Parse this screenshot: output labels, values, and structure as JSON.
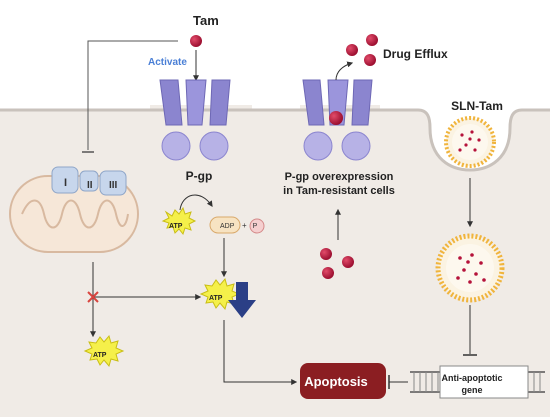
{
  "labels": {
    "tam": "Tam",
    "activate": "Activate",
    "drug_efflux": "Drug Efflux",
    "sln_tam": "SLN-Tam",
    "pgp": "P-gp",
    "overexpression_line1": "P-gp overexpression",
    "overexpression_line2": "in Tam-resistant cells",
    "adp": "ADP",
    "plus": "+",
    "phosphate": "P",
    "atp": "ATP",
    "complex_1": "I",
    "complex_2": "II",
    "complex_3": "III",
    "apoptosis": "Apoptosis",
    "anti_apoptotic_line1": "Anti-apoptotic",
    "anti_apoptotic_line2": "gene"
  },
  "colors": {
    "background_cell": "#f0ebe6",
    "membrane": "#c9c2bc",
    "drug": "#b5123a",
    "pgp_body": "#8b85cf",
    "pgp_light": "#b7b2e6",
    "atp_star": "#f5f04a",
    "apoptosis_box": "#8b1e22",
    "activate_text": "#4a7fd6",
    "down_arrow": "#2b3f86",
    "inhibit_x": "#d9453f",
    "mitochondria": "#f6e7d8",
    "mitochondria_stroke": "#d8b9a0",
    "complex_fill": "#c7d6ec",
    "lipid_head": "#f0b43c"
  },
  "icons": {
    "drug": "red-sphere",
    "energy": "starburst",
    "nanoparticle": "liposome-nanoparticle",
    "organelle": "mitochondrion",
    "gene": "dna-double-helix"
  }
}
